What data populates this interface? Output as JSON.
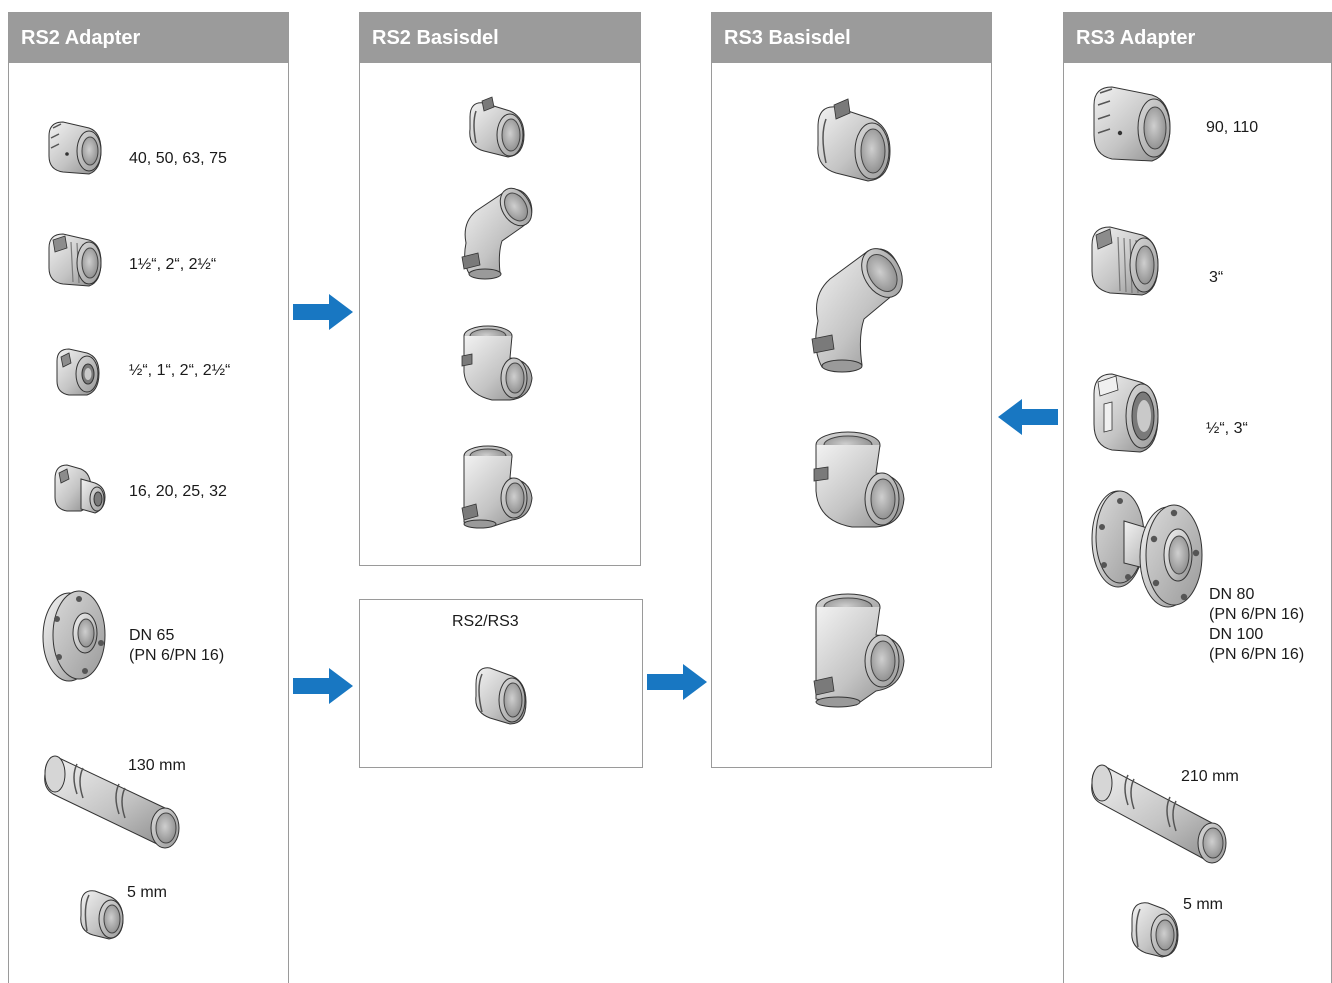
{
  "colors": {
    "header_bg": "#9b9b9b",
    "arrow": "#1877c2",
    "part_light": "#e6e6e6",
    "part_mid": "#b9b9b9",
    "part_dark": "#6f6f6f"
  },
  "rs2_adapter": {
    "title": "RS2 Adapter",
    "items": [
      {
        "icon": "threaded-adapter-icon",
        "label": "40, 50, 63, 75"
      },
      {
        "icon": "male-thread-adapter-icon",
        "label": "1½“, 2“, 2½“"
      },
      {
        "icon": "female-thread-adapter-icon",
        "label": "½“, 1“, 2“, 2½“"
      },
      {
        "icon": "reducer-adapter-icon",
        "label": "16, 20, 25, 32"
      },
      {
        "icon": "flange-adapter-icon",
        "label_lines": [
          "DN 65",
          "(PN 6/PN 16)"
        ]
      },
      {
        "icon": "pipe-extension-icon",
        "label": "130 mm"
      },
      {
        "icon": "short-sleeve-icon",
        "label": "5 mm"
      }
    ]
  },
  "rs2_basisdel": {
    "title": "RS2 Basisdel",
    "items": [
      {
        "icon": "coupling-icon"
      },
      {
        "icon": "elbow-45-icon"
      },
      {
        "icon": "elbow-90-icon"
      },
      {
        "icon": "tee-icon"
      }
    ]
  },
  "rs2_rs3": {
    "label": "RS2/RS3",
    "icon": "transition-coupling-icon"
  },
  "rs3_basisdel": {
    "title": "RS3 Basisdel",
    "items": [
      {
        "icon": "coupling-icon"
      },
      {
        "icon": "elbow-45-icon"
      },
      {
        "icon": "elbow-90-icon"
      },
      {
        "icon": "tee-icon"
      }
    ]
  },
  "rs3_adapter": {
    "title": "RS3 Adapter",
    "items": [
      {
        "icon": "threaded-adapter-icon",
        "label": "90, 110"
      },
      {
        "icon": "male-thread-adapter-icon",
        "label": "3“"
      },
      {
        "icon": "female-thread-adapter-icon",
        "label": "½“, 3“"
      },
      {
        "icon": "flange-adapter-icon",
        "label_lines": [
          "DN 80",
          "(PN 6/PN 16)",
          "DN 100",
          "(PN 6/PN 16)"
        ]
      },
      {
        "icon": "pipe-extension-icon",
        "label": "210 mm"
      },
      {
        "icon": "short-sleeve-icon",
        "label": "5 mm"
      }
    ]
  },
  "arrows": [
    {
      "icon": "arrow-right-icon"
    },
    {
      "icon": "arrow-right-icon"
    },
    {
      "icon": "arrow-right-icon"
    },
    {
      "icon": "arrow-left-icon"
    }
  ]
}
